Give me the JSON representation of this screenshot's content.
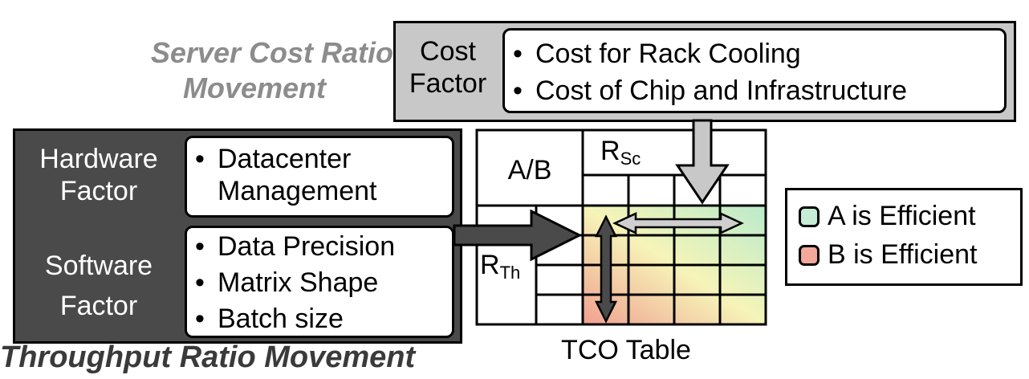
{
  "server_cost": {
    "title_line1": "Server Cost Ratio",
    "title_line2": "Movement"
  },
  "cost_factor": {
    "label_line1": "Cost",
    "label_line2": "Factor",
    "items": [
      "Cost for Rack Cooling",
      "Cost of Chip and Infrastructure"
    ]
  },
  "hardware_factor": {
    "label_line1": "Hardware",
    "label_line2": "Factor",
    "items_line1": "Datacenter",
    "items_line2": "Management"
  },
  "software_factor": {
    "label_line1": "Software",
    "label_line2": "Factor",
    "items": [
      "Data Precision",
      "Matrix Shape",
      "Batch size"
    ]
  },
  "throughput": {
    "title": "Throughput Ratio Movement"
  },
  "tco_table": {
    "corner_label": "A/B",
    "col_header_main": "R",
    "col_header_sub": "Sc",
    "row_header_main": "R",
    "row_header_sub": "Th",
    "caption": "TCO Table"
  },
  "legend": {
    "items": [
      {
        "label": "A is Efficient",
        "color": "#c6ecd5"
      },
      {
        "label": "B is Efficient",
        "color": "#f2a99a"
      }
    ]
  },
  "colors": {
    "efficient_a": "#b9ebcc",
    "efficient_b": "#f0a090",
    "mid": "#f6f4b8",
    "dark_panel": "#4a4a4a",
    "grey_panel": "#c8c8c8",
    "arrow_grey": "#c8c8c8"
  }
}
